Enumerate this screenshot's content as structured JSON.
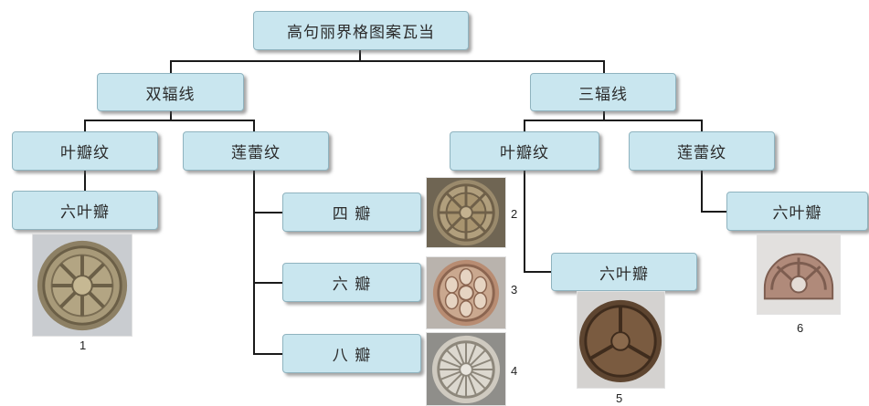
{
  "root": {
    "label": "高句丽界格图案瓦当"
  },
  "branches": [
    {
      "label": "双辐线",
      "children": [
        {
          "label": "叶瓣纹",
          "sub": [
            {
              "label": "六叶瓣",
              "figure": "1"
            }
          ]
        },
        {
          "label": "莲蕾纹",
          "sub": [
            {
              "label": "四 瓣",
              "figure": "2"
            },
            {
              "label": "六 瓣",
              "figure": "3"
            },
            {
              "label": "八 瓣",
              "figure": "4"
            }
          ]
        }
      ]
    },
    {
      "label": "三辐线",
      "children": [
        {
          "label": "叶瓣纹",
          "sub": [
            {
              "label": "六叶瓣",
              "figure": "5"
            }
          ]
        },
        {
          "label": "莲蕾纹",
          "sub": [
            {
              "label": "六叶瓣",
              "figure": "6"
            }
          ]
        }
      ]
    }
  ],
  "colors": {
    "box_fill": "#c9e6ef",
    "box_border": "#8fb3bf",
    "connector": "#1a1a1a"
  }
}
